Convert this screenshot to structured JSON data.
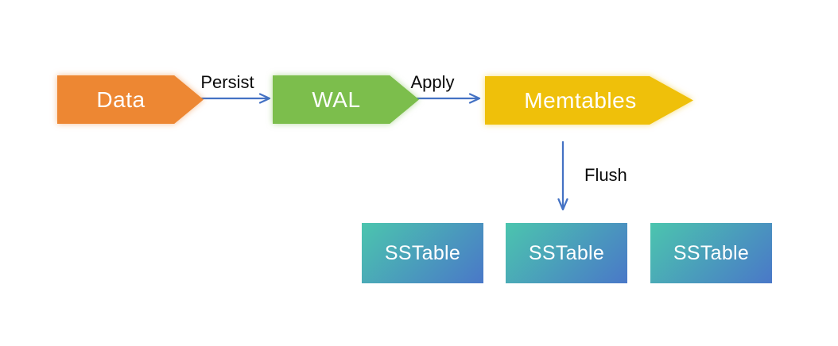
{
  "diagram": {
    "nodes": {
      "data": {
        "label": "Data",
        "shape": "arrow-pentagon"
      },
      "wal": {
        "label": "WAL",
        "shape": "arrow-pentagon"
      },
      "memtables": {
        "label": "Memtables",
        "shape": "arrow-pentagon"
      },
      "sstables": [
        {
          "label": "SSTable"
        },
        {
          "label": "SSTable"
        },
        {
          "label": "SSTable"
        }
      ]
    },
    "edges": {
      "persist": {
        "label": "Persist",
        "from": "Data",
        "to": "WAL",
        "direction": "right"
      },
      "apply": {
        "label": "Apply",
        "from": "WAL",
        "to": "Memtables",
        "direction": "right"
      },
      "flush": {
        "label": "Flush",
        "from": "Memtables",
        "to": "SSTable",
        "direction": "down"
      }
    },
    "colors": {
      "data_node": "#ED8733",
      "wal_node": "#7CBE4C",
      "memtables_node": "#EFC00A",
      "arrow": "#4472C4",
      "sstable_start": "#4BC5AE",
      "sstable_end": "#4A78C8",
      "node_text": "#FFFFFF",
      "label_text": "#0A0A0A",
      "background": "#FFFFFF"
    }
  }
}
